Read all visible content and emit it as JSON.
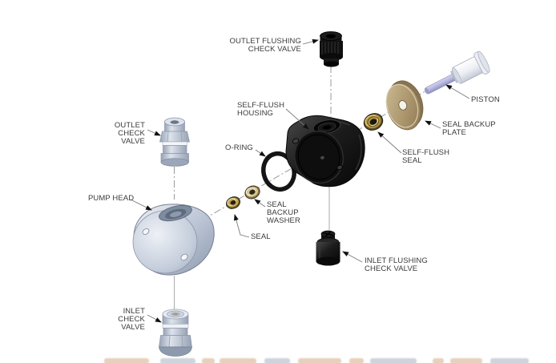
{
  "labels": {
    "outlet_flushing_check_valve": "OUTLET FLUSHING\nCHECK VALVE",
    "piston": "PISTON",
    "self_flush_housing": "SELF-FLUSH\nHOUSING",
    "seal_backup_plate": "SEAL BACKUP\nPLATE",
    "outlet_check_valve": "OUTLET\nCHECK\nVALVE",
    "o_ring": "O-RING",
    "self_flush_seal": "SELF-FLUSH\nSEAL",
    "pump_head": "PUMP HEAD",
    "seal_backup_washer": "SEAL\nBACKUP\nWASHER",
    "seal": "SEAL",
    "inlet_flushing_check_valve": "INLET FLUSHING\nCHECK VALVE",
    "inlet_check_valve": "INLET\nCHECK\nVALVE"
  },
  "colors": {
    "background": "#ffffff",
    "text": "#3a3a3a",
    "leader_line": "#7a7a7a",
    "arrowhead": "#111111",
    "centerline": "#9a9a9a",
    "steel_light": "#e8ecf3",
    "steel_mid": "#b9c3d4",
    "steel_dark": "#8d99ad",
    "black_part": "#141414",
    "black_part_highlight": "#3a3a3a",
    "o_ring_black": "#151515",
    "brass": "#c7a94e",
    "brass_light": "#d6c690",
    "brass_dark": "#6b5a2e",
    "plate_tan": "#ab9468",
    "plate_tan_dark": "#8a7550",
    "piston_rod": "#b7b7e0",
    "piston_body": "#f4f5f8"
  }
}
